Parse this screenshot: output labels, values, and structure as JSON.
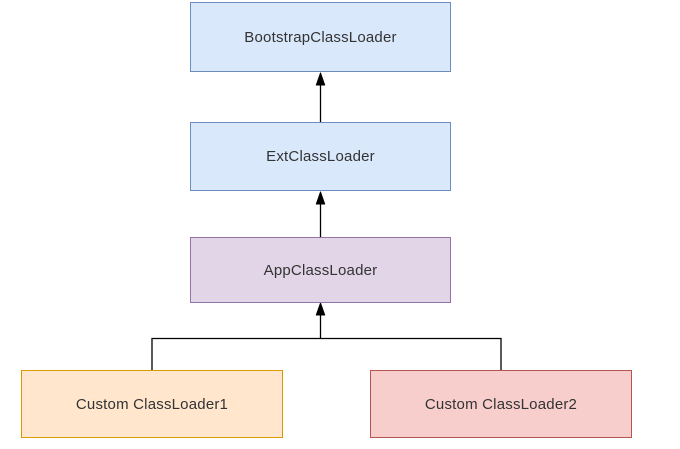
{
  "diagram": {
    "type": "flowchart",
    "background": "#ffffff",
    "line_color": "#000000",
    "text_color": "#333333",
    "nodes": [
      {
        "label": "BootstrapClassLoader",
        "fill": "#dae8fc",
        "stroke": "#6c8ebf"
      },
      {
        "label": "ExtClassLoader",
        "fill": "#dae8fc",
        "stroke": "#6c8ebf"
      },
      {
        "label": "AppClassLoader",
        "fill": "#e1d5e7",
        "stroke": "#9673a6"
      },
      {
        "label": "Custom ClassLoader1",
        "fill": "#ffe6cc",
        "stroke": "#d79b00"
      },
      {
        "label": "Custom ClassLoader2",
        "fill": "#f8cecc",
        "stroke": "#b85450"
      }
    ],
    "edges": [
      {
        "from": "ExtClassLoader",
        "to": "BootstrapClassLoader",
        "arrow": "up"
      },
      {
        "from": "AppClassLoader",
        "to": "ExtClassLoader",
        "arrow": "up"
      },
      {
        "from": "Custom ClassLoader1",
        "to": "AppClassLoader",
        "arrow": "up"
      },
      {
        "from": "Custom ClassLoader2",
        "to": "AppClassLoader",
        "arrow": "up"
      }
    ]
  }
}
